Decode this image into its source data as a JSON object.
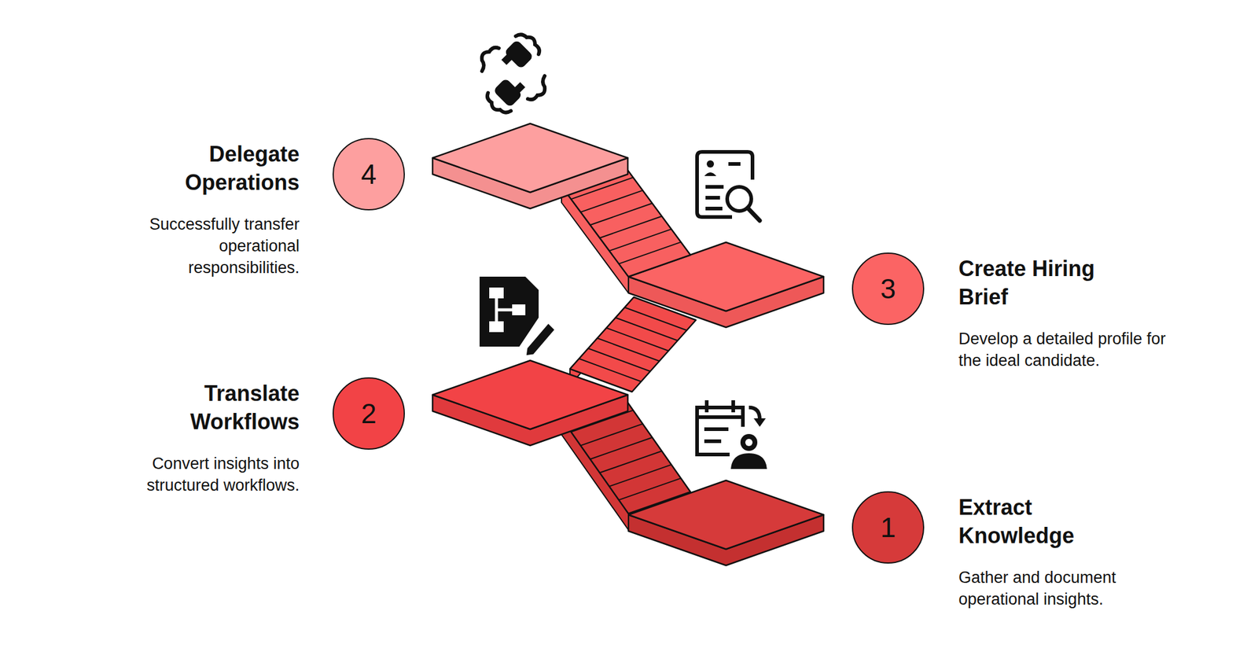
{
  "diagram": {
    "nodes": [
      {
        "text": [
          "1",
          "Extract Knowledge",
          "Gather and document operational insights."
        ]
      },
      {
        "text": [
          "2",
          "Translate Workflows",
          "Convert insights into structured workflows."
        ]
      },
      {
        "text": [
          "3",
          "Create Hiring Brief",
          "Develop a detailed profile for the ideal candidate."
        ]
      },
      {
        "text": [
          "4",
          "Delegate Operations",
          "Successfully transfer operational responsibilities."
        ]
      }
    ]
  }
}
